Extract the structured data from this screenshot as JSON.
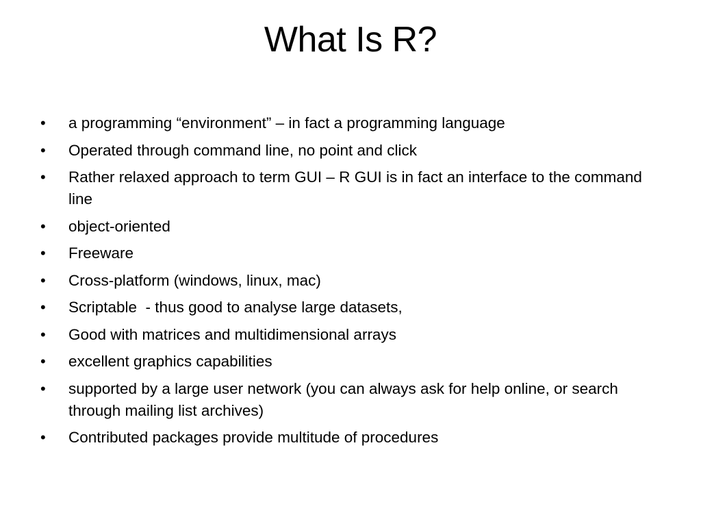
{
  "slide": {
    "title": "What Is R?",
    "bullet_symbol": "•",
    "bullets": [
      "a programming “environment” – in fact a programming language",
      "Operated through command line, no point and click",
      "Rather relaxed approach to term GUI – R GUI is in fact an interface to the command line",
      "object-oriented",
      "Freeware",
      "Cross-platform (windows, linux, mac)",
      "Scriptable  - thus good to analyse large datasets,",
      "Good with matrices and multidimensional arrays",
      "excellent graphics capabilities",
      "supported by a large user network (you can always ask for help online, or search through mailing list archives)",
      "Contributed packages provide multitude of procedures"
    ]
  }
}
